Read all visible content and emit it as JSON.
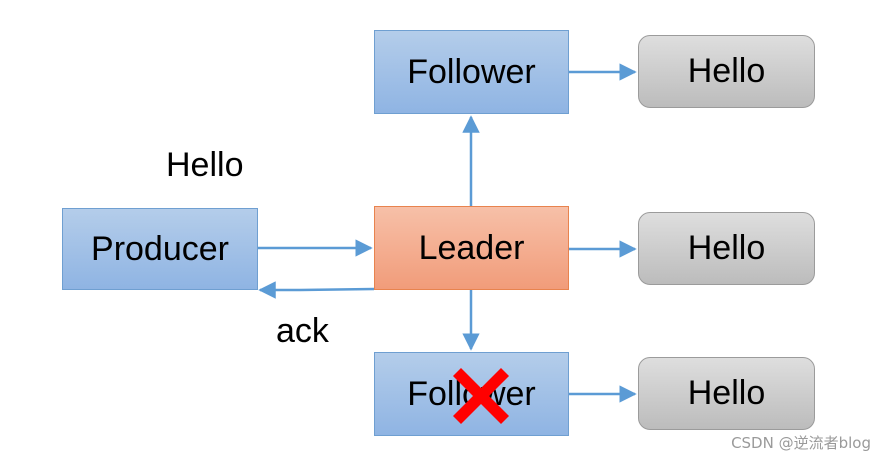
{
  "nodes": {
    "producer": "Producer",
    "leader": "Leader",
    "follower_top": "Follower",
    "follower_bottom": "Follower",
    "hello_top": "Hello",
    "hello_mid": "Hello",
    "hello_bottom": "Hello"
  },
  "labels": {
    "message": "Hello",
    "ack": "ack"
  },
  "watermark": "CSDN @逆流者blog",
  "colors": {
    "arrow": "#5b9bd5",
    "failure_mark": "#ff0000"
  },
  "icons": {
    "failure": "cross-icon"
  }
}
